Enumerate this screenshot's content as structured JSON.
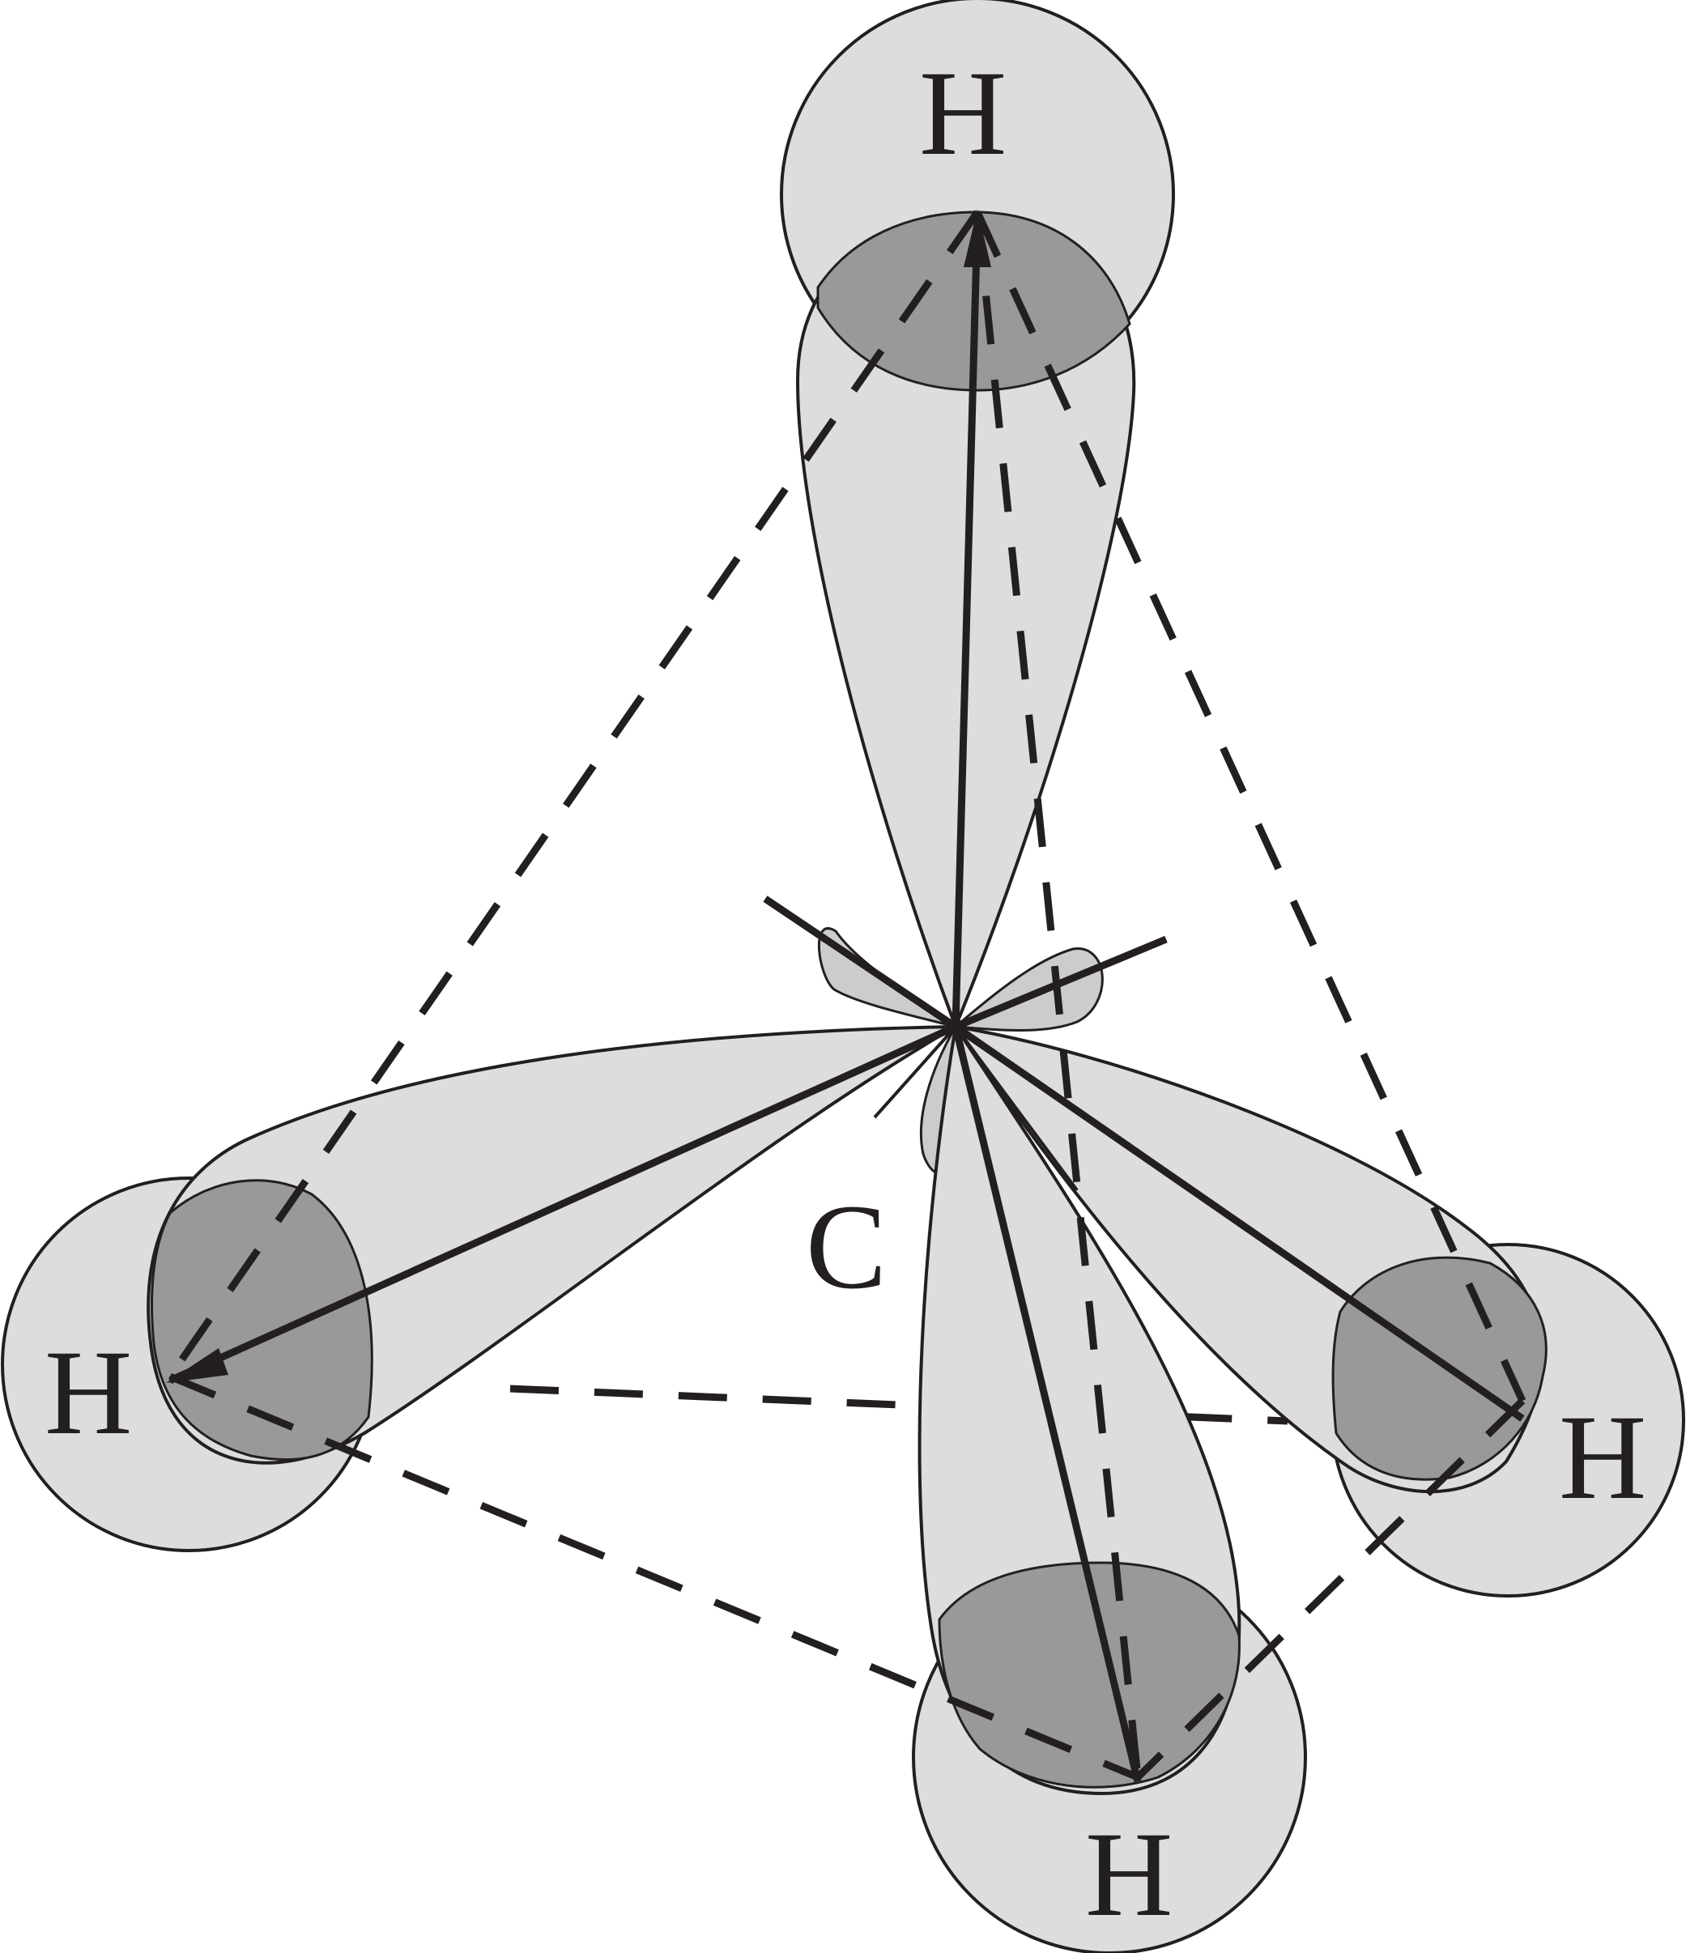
{
  "diagram": {
    "carbon_label": "C",
    "hydrogen_labels": [
      "H",
      "H",
      "H",
      "H"
    ],
    "colors": {
      "orbital_fill": "#dddddd",
      "overlap_fill": "#999999",
      "line": "#231f20",
      "background": "#ffffff"
    }
  }
}
